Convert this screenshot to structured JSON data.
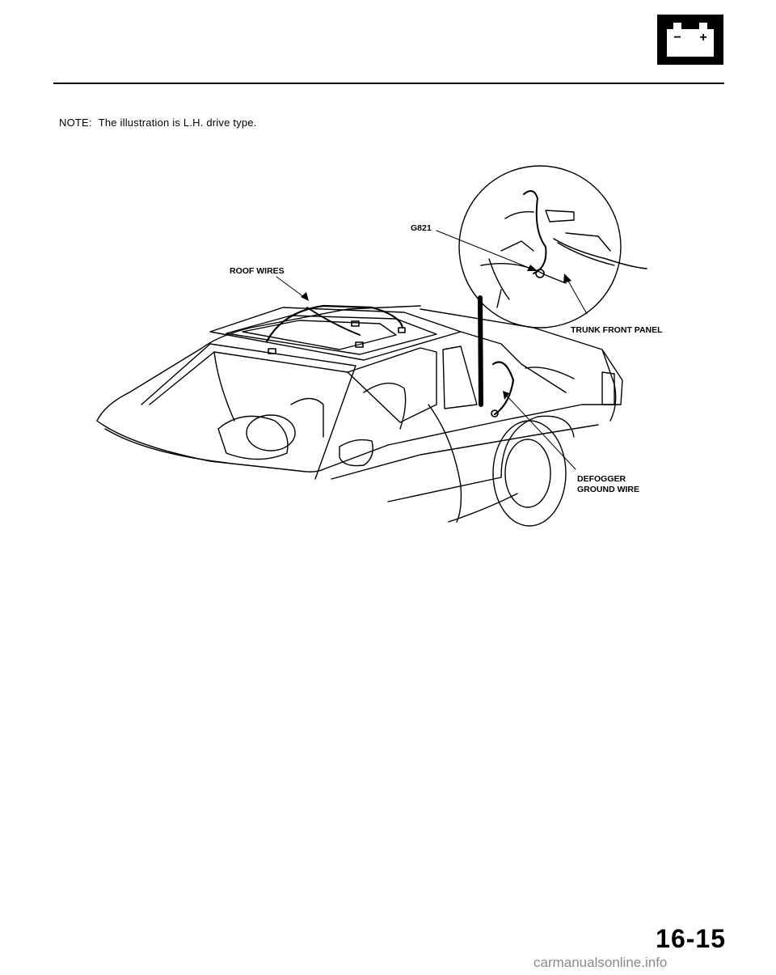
{
  "header": {
    "battery_icon": "battery-icon",
    "battery_minus": "−",
    "battery_plus": "+"
  },
  "note": {
    "label": "NOTE:",
    "text": "The illustration is L.H. drive type."
  },
  "figure": {
    "labels": {
      "g821": "G821",
      "roof_wires": "ROOF WIRES",
      "trunk_front_panel": "TRUNK FRONT PANEL",
      "defogger_line1": "DEFOGGER",
      "defogger_line2": "GROUND WIRE"
    }
  },
  "footer": {
    "page_number": "16-15",
    "watermark": "carmanualsonline.info"
  }
}
